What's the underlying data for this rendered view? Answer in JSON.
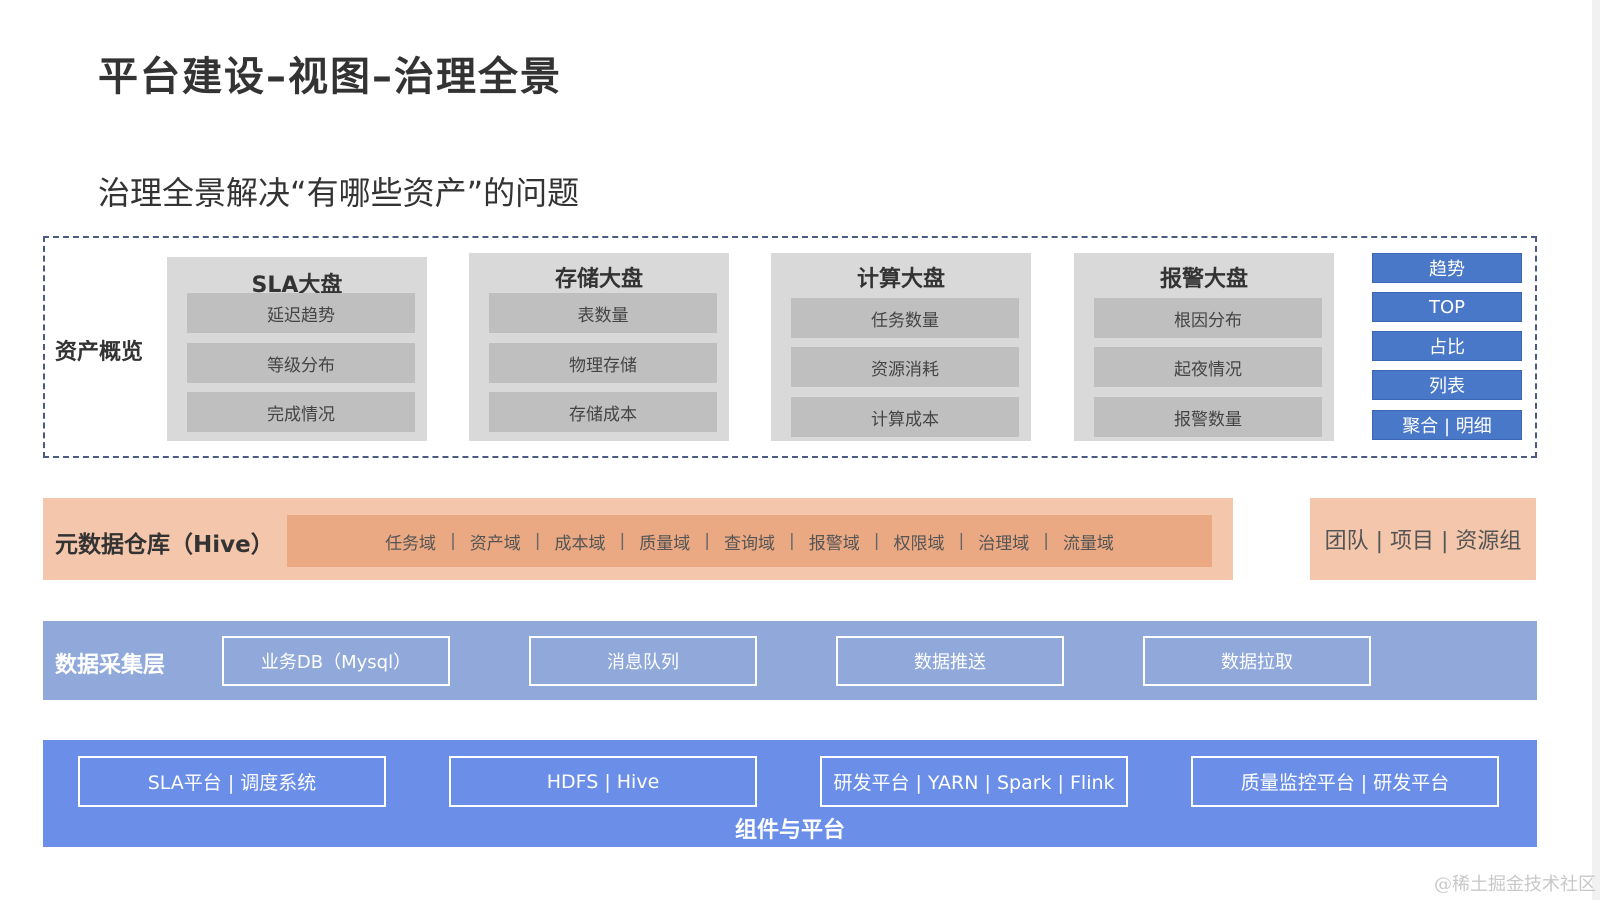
{
  "title": "平台建设–视图–治理全景",
  "subtitle": "治理全景解决“有哪些资产”的问题",
  "asset_overview": {
    "label": "资产概览",
    "panels": [
      {
        "title": "SLA大盘",
        "items": [
          "延迟趋势",
          "等级分布",
          "完成情况"
        ]
      },
      {
        "title": "存储大盘",
        "items": [
          "表数量",
          "物理存储",
          "存储成本"
        ]
      },
      {
        "title": "计算大盘",
        "items": [
          "任务数量",
          "资源消耗",
          "计算成本"
        ]
      },
      {
        "title": "报警大盘",
        "items": [
          "根因分布",
          "起夜情况",
          "报警数量"
        ]
      }
    ],
    "tags": [
      "趋势",
      "TOP",
      "占比",
      "列表",
      "聚合 | 明细"
    ]
  },
  "metadata": {
    "label": "元数据仓库（Hive）",
    "domains": [
      "任务域",
      "资产域",
      "成本域",
      "质量域",
      "查询域",
      "报警域",
      "权限域",
      "治理域",
      "流量域"
    ],
    "side_box": "团队 | 项目 | 资源组"
  },
  "collection": {
    "label": "数据采集层",
    "items": [
      "业务DB（Mysql）",
      "消息队列",
      "数据推送",
      "数据拉取"
    ]
  },
  "platform": {
    "label": "组件与平台",
    "items": [
      "SLA平台 | 调度系统",
      "HDFS | Hive",
      "研发平台 | YARN | Spark | Flink",
      "质量监控平台 | 研发平台"
    ]
  },
  "watermark": "@稀土掘金技术社区",
  "colors": {
    "tag_blue": "#4a78c8",
    "meta_band": "#f4c7ad",
    "meta_inner": "#eaa983",
    "collect_band": "#90a9da",
    "platform_band": "#6b8fe8",
    "panel_gray": "#d9d9d9",
    "panel_item_gray": "#bfbfbf"
  }
}
